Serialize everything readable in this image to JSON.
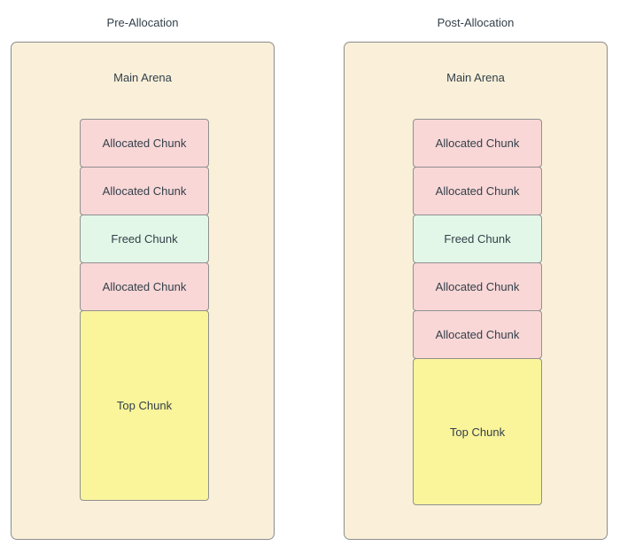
{
  "colors": {
    "background": "#ffffff",
    "arena_fill": "#faf0da",
    "arena_border": "#8c8c8c",
    "allocated_fill": "#f9d7d7",
    "freed_fill": "#e3f7e8",
    "top_fill": "#faf49b",
    "chunk_border": "#909090",
    "text": "#33404a"
  },
  "panels": [
    {
      "title": "Pre-Allocation",
      "arena_label": "Main Arena",
      "chunks": [
        {
          "label": "Allocated Chunk",
          "type": "allocated"
        },
        {
          "label": "Allocated Chunk",
          "type": "allocated"
        },
        {
          "label": "Freed Chunk",
          "type": "freed"
        },
        {
          "label": "Allocated Chunk",
          "type": "allocated"
        },
        {
          "label": "Top Chunk",
          "type": "top"
        }
      ]
    },
    {
      "title": "Post-Allocation",
      "arena_label": "Main Arena",
      "chunks": [
        {
          "label": "Allocated Chunk",
          "type": "allocated"
        },
        {
          "label": "Allocated Chunk",
          "type": "allocated"
        },
        {
          "label": "Freed Chunk",
          "type": "freed"
        },
        {
          "label": "Allocated Chunk",
          "type": "allocated"
        },
        {
          "label": "Allocated Chunk",
          "type": "allocated"
        },
        {
          "label": "Top Chunk",
          "type": "top"
        }
      ]
    }
  ]
}
